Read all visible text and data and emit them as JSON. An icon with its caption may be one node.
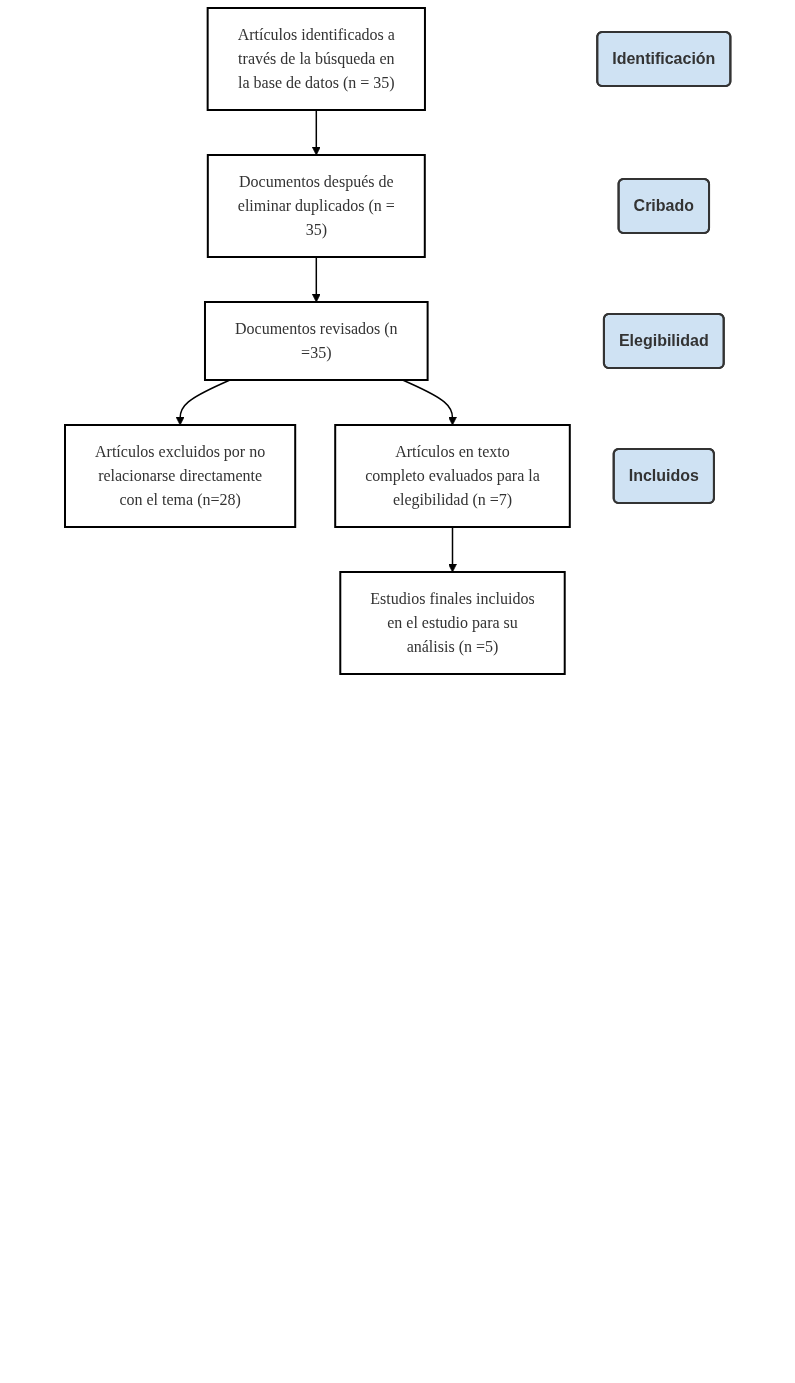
{
  "diagram": {
    "nodes": [
      {
        "text": [
          "Identificación"
        ]
      },
      {
        "text": [
          "Artículos identificados a través de la búsqueda en la base de datos (n = 35)"
        ]
      },
      {
        "text": [
          "Cribado"
        ]
      },
      {
        "text": [
          "Documentos después de eliminar duplicados (n = 35)"
        ]
      },
      {
        "text": [
          "Documentos revisados (n =35)"
        ]
      },
      {
        "text": [
          "Artículos excluidos por no relacionarse directamente con el tema (n=28)"
        ]
      },
      {
        "text": [
          "Elegibilidad"
        ]
      },
      {
        "text": [
          "Artículos en texto completo evaluados para la elegibilidad (n =7)"
        ]
      },
      {
        "text": [
          "Incluidos"
        ]
      },
      {
        "text": [
          "Estudios finales incluidos en el estudio para su análisis (n =5)"
        ]
      }
    ],
    "edges": [
      {
        "from": 1,
        "to": 3,
        "arrow": "to"
      },
      {
        "from": 3,
        "to": 4,
        "arrow": "to"
      },
      {
        "from": 4,
        "to": 5,
        "arrow": "to"
      },
      {
        "from": 4,
        "to": 7,
        "arrow": "to"
      },
      {
        "from": 7,
        "to": 9,
        "arrow": "to"
      }
    ]
  }
}
